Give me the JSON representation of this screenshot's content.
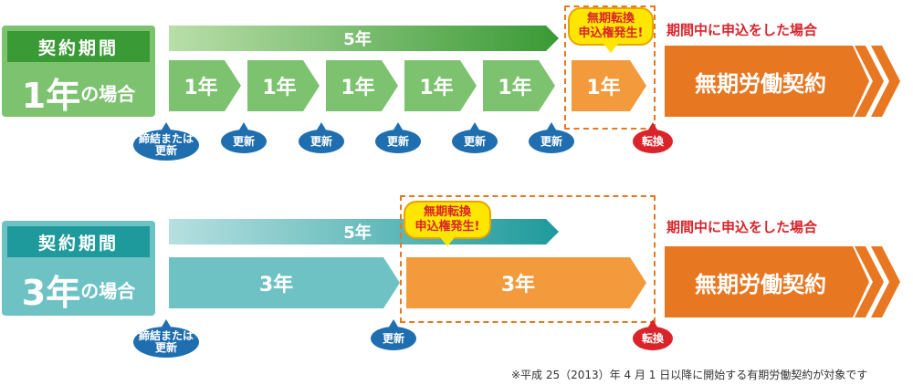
{
  "case1": {
    "period_label": "契約期間",
    "period_value": "1年",
    "period_suffix": "の場合",
    "five_year_label": "5年",
    "segments": [
      "1年",
      "1年",
      "1年",
      "1年",
      "1年"
    ],
    "final_segment": "1年",
    "callout": [
      "無期転換",
      "申込権発生!"
    ],
    "caption": "期間中に申込をした場合",
    "result": "無期労働契約",
    "bubbles": [
      {
        "label": [
          "締結または",
          "更新"
        ],
        "color": "blue"
      },
      {
        "label": [
          "更新"
        ],
        "color": "blue"
      },
      {
        "label": [
          "更新"
        ],
        "color": "blue"
      },
      {
        "label": [
          "更新"
        ],
        "color": "blue"
      },
      {
        "label": [
          "更新"
        ],
        "color": "blue"
      },
      {
        "label": [
          "更新"
        ],
        "color": "blue"
      },
      {
        "label": [
          "転換"
        ],
        "color": "red"
      }
    ]
  },
  "case2": {
    "period_label": "契約期間",
    "period_value": "3年",
    "period_suffix": "の場合",
    "five_year_label": "5年",
    "segments": [
      "3年",
      "3年"
    ],
    "callout": [
      "無期転換",
      "申込権発生!"
    ],
    "caption": "期間中に申込をした場合",
    "result": "無期労働契約",
    "bubbles": [
      {
        "label": [
          "締結または",
          "更新"
        ],
        "color": "blue"
      },
      {
        "label": [
          "更新"
        ],
        "color": "blue"
      },
      {
        "label": [
          "転換"
        ],
        "color": "red"
      }
    ]
  },
  "footnote": "※平成 25（2013）年 4 月 1 日以降に開始する有期労働契約が対象です",
  "colors": {
    "green_dark": "#3a9a35",
    "green_light": "#7cc26f",
    "teal_dark": "#1e9a9c",
    "teal_light": "#6fc2c4",
    "orange": "#e87722",
    "orange_light": "#f39a3c",
    "blue": "#1f6fb0",
    "red": "#d9242b"
  }
}
